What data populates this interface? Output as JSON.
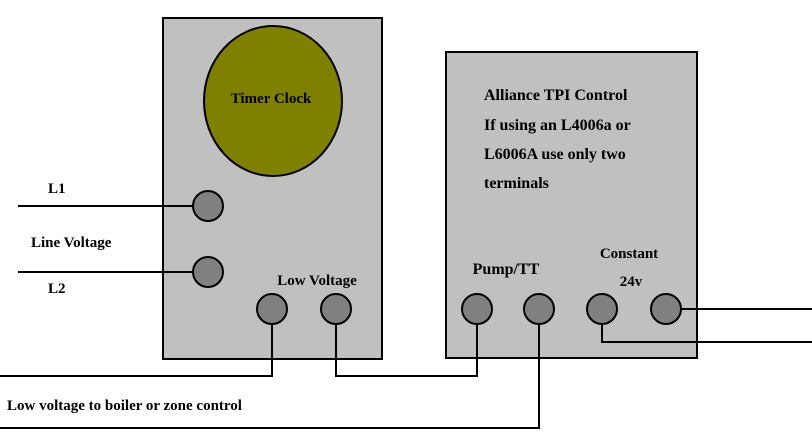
{
  "timer": {
    "clock_label": "Timer Clock",
    "clock_color": "#808000",
    "box_color": "#c0c0c0",
    "line_inputs": [
      {
        "label": "L1"
      },
      {
        "label": "L2"
      }
    ],
    "line_voltage_label": "Line Voltage",
    "low_voltage_label": "Low Voltage"
  },
  "control": {
    "title_lines": [
      "Alliance TPI Control",
      "If using an L4006a or",
      "L6006A use only two",
      "terminals"
    ],
    "pump_label": "Pump/TT",
    "constant_label": "Constant",
    "voltage_label": "24v"
  },
  "footer_label": "Low voltage to boiler or zone control",
  "terminal_color": "#808080"
}
